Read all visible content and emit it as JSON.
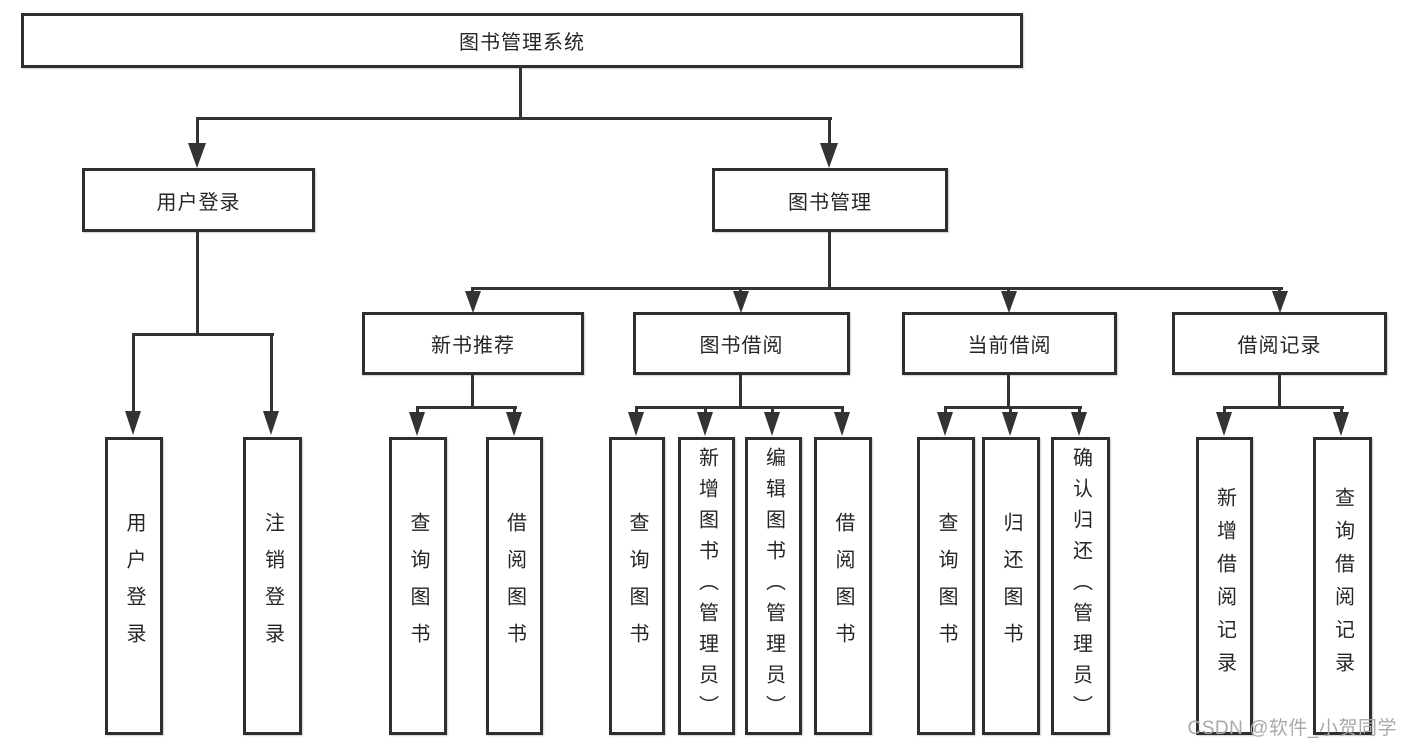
{
  "root": {
    "label": "图书管理系统"
  },
  "branches": [
    {
      "label": "用户登录",
      "leaves": [
        "用户登录",
        "注销登录"
      ]
    },
    {
      "label": "图书管理",
      "children": [
        {
          "label": "新书推荐",
          "leaves": [
            "查询图书",
            "借阅图书"
          ]
        },
        {
          "label": "图书借阅",
          "leaves": [
            "查询图书",
            "新增图书（管理员）",
            "编辑图书（管理员）",
            "借阅图书"
          ]
        },
        {
          "label": "当前借阅",
          "leaves": [
            "查询图书",
            "归还图书",
            "确认归还（管理员）"
          ]
        },
        {
          "label": "借阅记录",
          "leaves": [
            "新增借阅记录",
            "查询借阅记录"
          ]
        }
      ]
    }
  ],
  "watermark": "CSDN @软件_小贺同学",
  "colors": {
    "line": "#333333",
    "box_border": "#2e2e2e",
    "box_fill": "#ffffff",
    "text": "#262626",
    "watermark": "#a9a9a9",
    "background": "#ffffff"
  }
}
